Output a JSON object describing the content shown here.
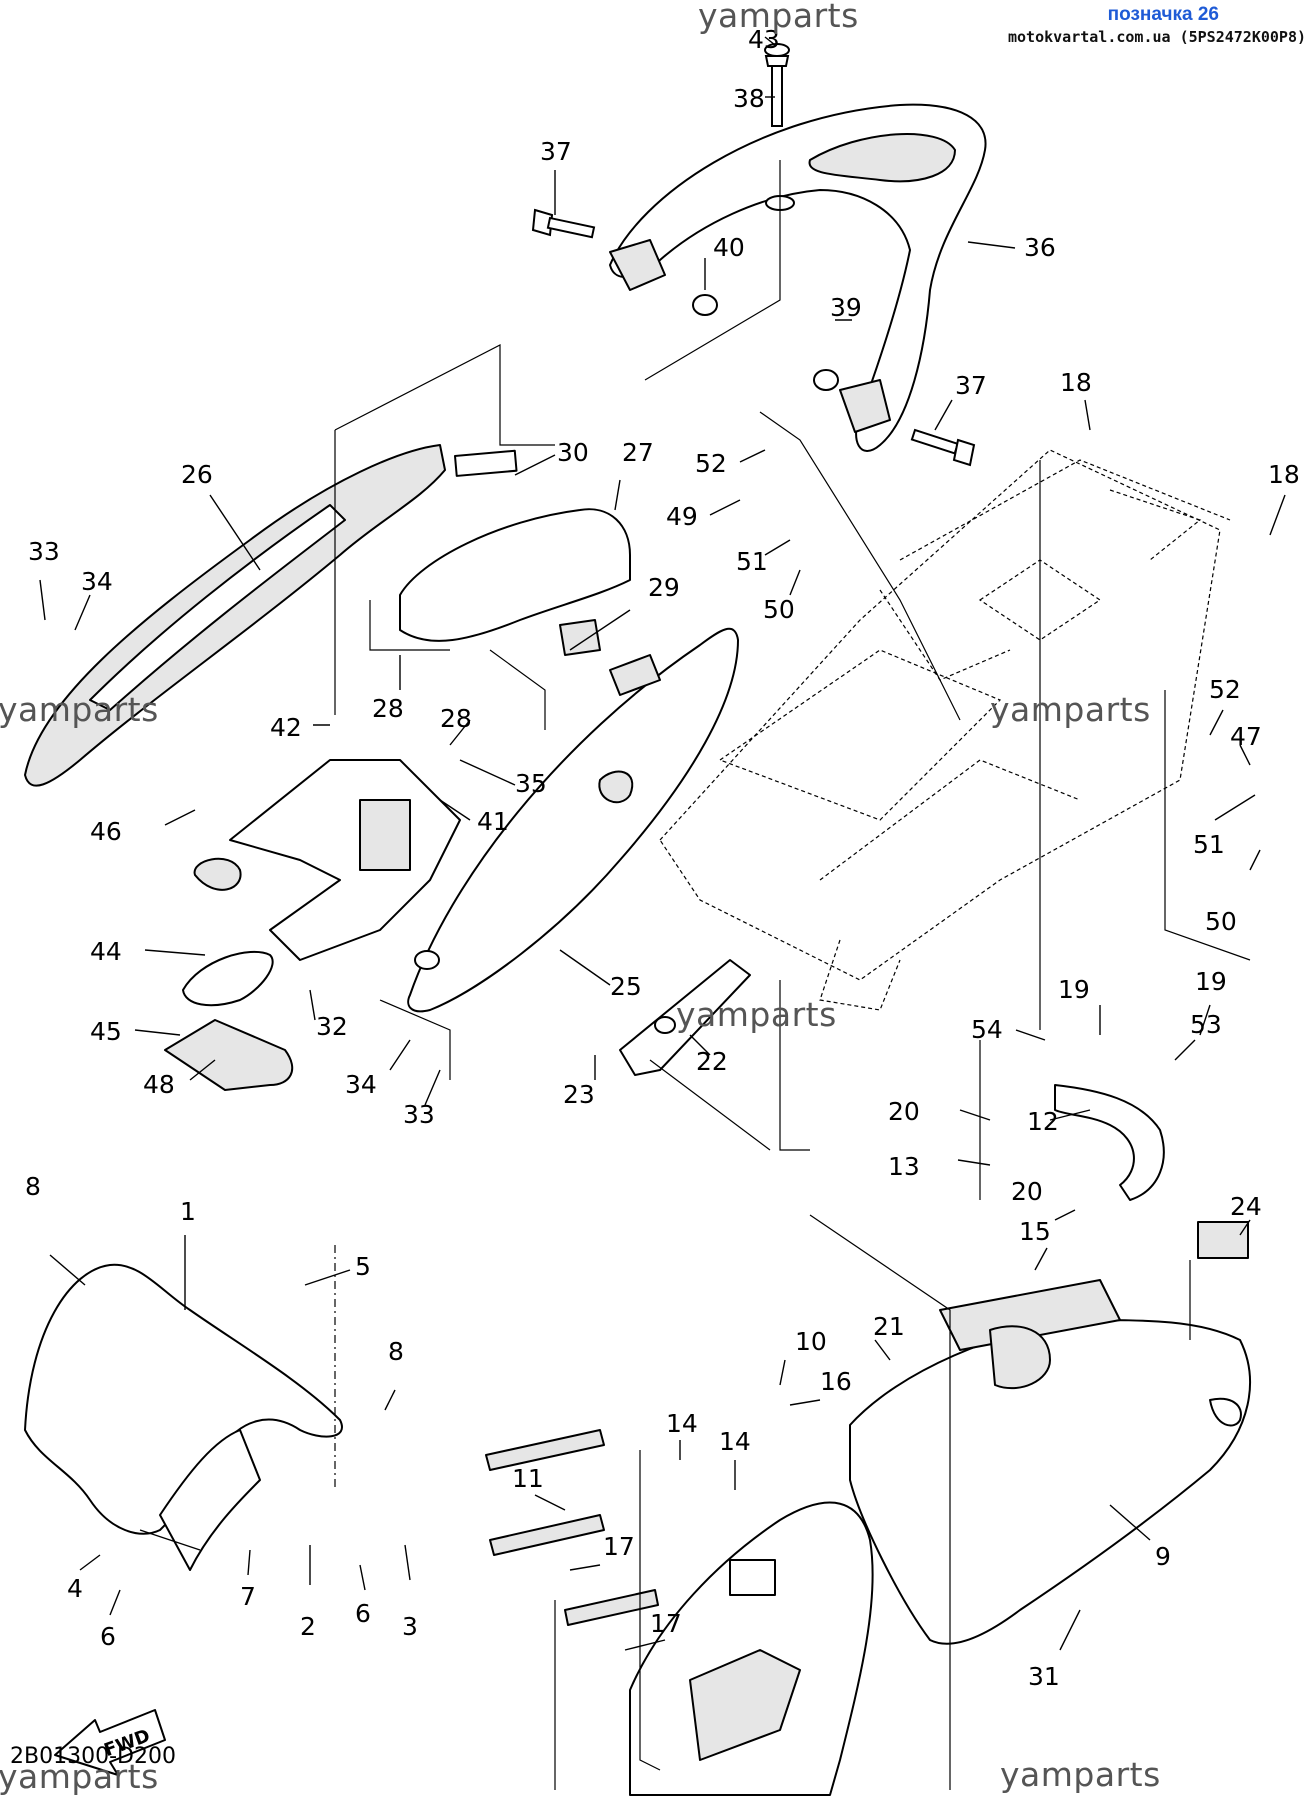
{
  "header": {
    "title": "позначка 26",
    "subtitle": "motokvartal.com.ua (5PS2472K00P8)"
  },
  "watermarks": [
    "yamparts",
    "yamparts",
    "yamparts",
    "yamparts",
    "yamparts",
    "yamparts"
  ],
  "diagram_code": "2B01300-D200",
  "fwd_label": "FWD",
  "callouts": [
    "43",
    "38",
    "37",
    "40",
    "36",
    "39",
    "37",
    "18",
    "18",
    "26",
    "30",
    "27",
    "52",
    "49",
    "51",
    "50",
    "33",
    "34",
    "29",
    "28",
    "28",
    "42",
    "35",
    "41",
    "46",
    "44",
    "45",
    "32",
    "25",
    "48",
    "34",
    "33",
    "23",
    "22",
    "52",
    "47",
    "51",
    "50",
    "19",
    "19",
    "54",
    "53",
    "20",
    "12",
    "13",
    "20",
    "24",
    "15",
    "8",
    "1",
    "5",
    "8",
    "21",
    "10",
    "16",
    "14",
    "14",
    "11",
    "17",
    "17",
    "9",
    "31",
    "4",
    "7",
    "2",
    "6",
    "3",
    "6"
  ]
}
